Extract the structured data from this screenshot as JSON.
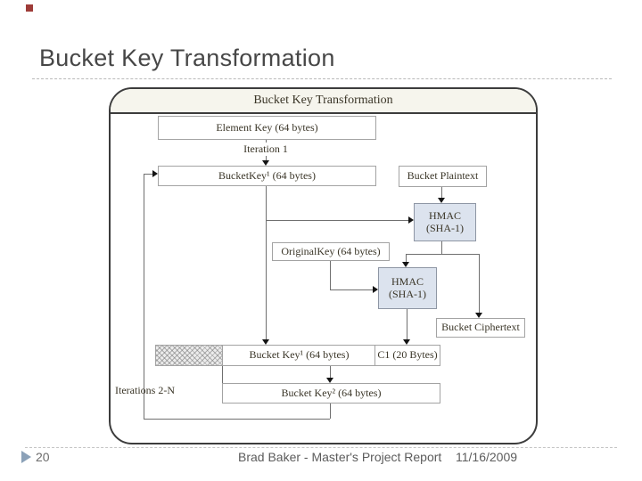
{
  "slide": {
    "title": "Bucket Key Transformation"
  },
  "diagram": {
    "header_title": "Bucket Key Transformation",
    "boxes": {
      "element_key": "Element Key (64 bytes)",
      "bucketkey1": "BucketKey¹ (64 bytes)",
      "bucket_plaintext": "Bucket Plaintext",
      "hmac_top": {
        "line1": "HMAC",
        "line2": "(SHA-1)"
      },
      "original_key": "OriginalKey (64 bytes)",
      "hmac_bottom": {
        "line1": "HMAC",
        "line2": "(SHA-1)"
      },
      "bucket_ciphertext": "Bucket Ciphertext",
      "bucket_key1_result": "Bucket Key¹ (64 bytes)",
      "c1": "C1 (20 Bytes)",
      "bucket_key2": "Bucket Key² (64 bytes)"
    },
    "labels": {
      "iteration_1": "Iteration 1",
      "iterations_2_n": "Iterations 2-N"
    },
    "colors": {
      "hmac_fill": "#dce3ee",
      "header_fill": "#f6f5ed",
      "accent_square": "#9e3c38"
    }
  },
  "footer": {
    "slide_number": "20",
    "author_text": "Brad Baker - Master's Project Report",
    "date": "11/16/2009"
  }
}
